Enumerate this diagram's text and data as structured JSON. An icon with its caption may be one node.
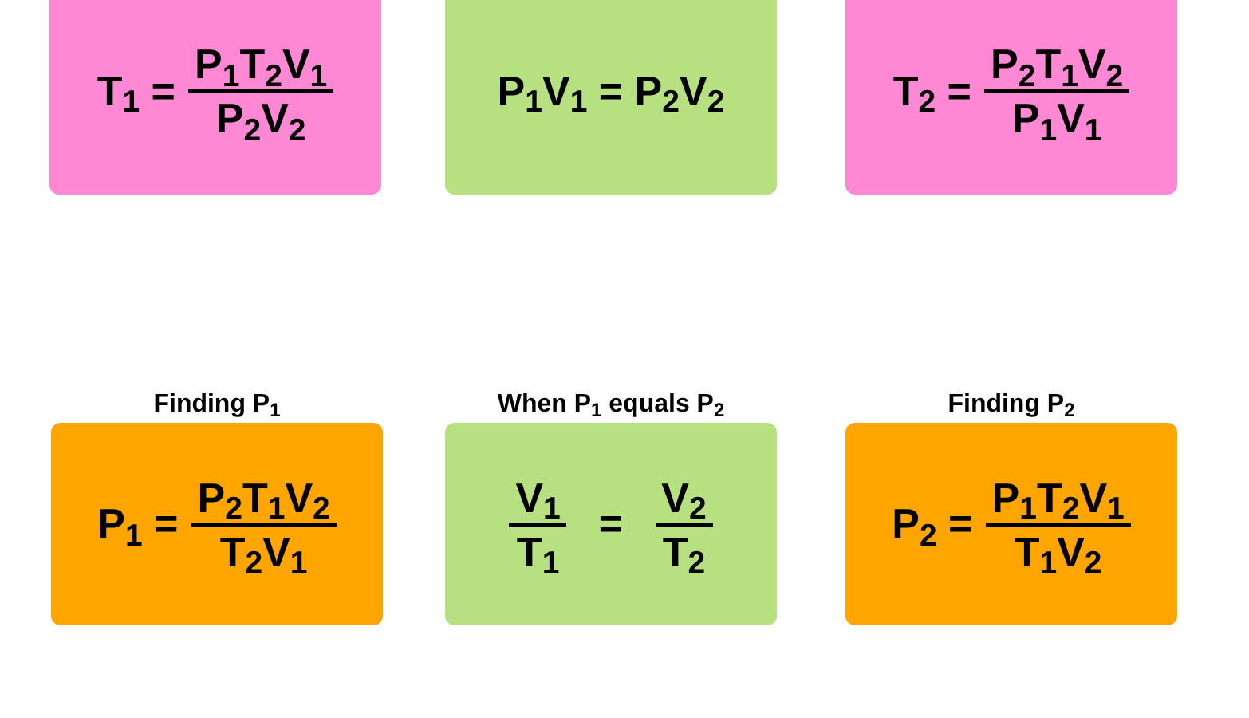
{
  "diagram": {
    "nodes": [
      {
        "text": [
          "T$_{1}$ =",
          "P$_{1}$T$_{2}$V$_{1}$",
          "P$_{2}$V$_{2}$"
        ]
      },
      {
        "text": [
          "P$_{1}$V$_{1}$ = P$_{2}$V$_{2}$"
        ]
      },
      {
        "text": [
          "T$_{2}$ =",
          "P$_{2}$T$_{1}$V$_{2}$",
          "P$_{1}$V$_{1}$"
        ]
      },
      {
        "text": [
          "Finding P$_{1}$",
          "P$_{1}$ =",
          "P$_{2}$T$_{1}$V$_{2}$",
          "T$_{2}$V$_{1}$"
        ]
      },
      {
        "text": [
          "When P$_{1}$ equals P$_{2}$",
          "V$_{1}$",
          "T$_{1}$",
          "=",
          "V$_{2}$",
          "T$_{2}$"
        ]
      },
      {
        "text": [
          "Finding P$_{2}$",
          "P$_{2}$ =",
          "P$_{1}$T$_{2}$V$_{1}$",
          "T$_{1}$V$_{2}$"
        ]
      }
    ]
  }
}
